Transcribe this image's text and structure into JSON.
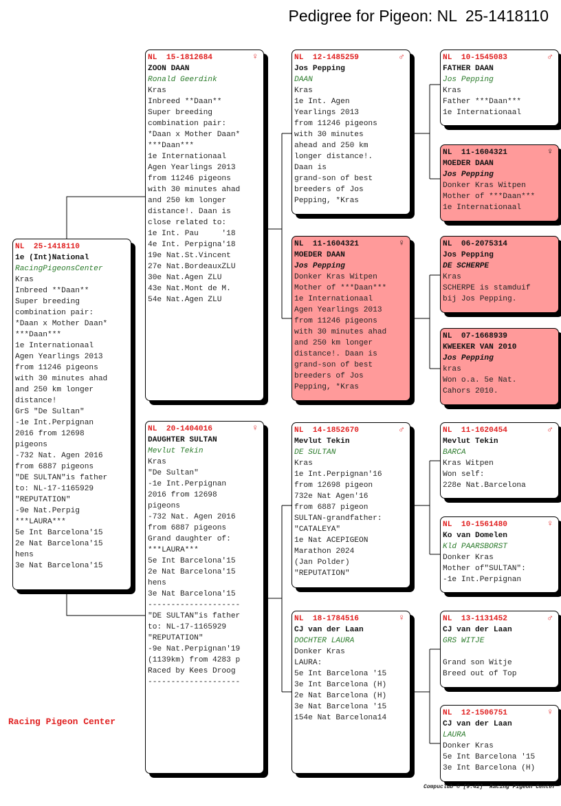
{
  "title": "Pedigree for Pigeon: NL  25-1418110",
  "brand": "Racing Pigeon Center",
  "footer": "Compuclub © [9.42]  Racing Pigeon Center",
  "colors": {
    "ring": "#e02020",
    "owner": "#2a7a2a",
    "highlight": "#ff9a9a"
  },
  "boxes": [
    {
      "id": "subject",
      "red": false,
      "ring": "NL  25-1418110",
      "sex": "",
      "l1": "1e (Int)National",
      "l2": "RacingPigeonsCenter",
      "lines": [
        "Kras",
        "Inbreed **Daan**",
        "Super breeding",
        "combination pair:",
        "*Daan x Mother Daan*",
        "***Daan***",
        "1e Internationaal",
        "Agen Yearlings 2013",
        "from 11246 pigeons",
        "with 30 minutes ahad",
        "and 250 km longer",
        "distance!",
        "GrS \"De Sultan\"",
        "-1e Int.Perpignan",
        "2016 from 12698",
        "pigeons",
        "-732 Nat. Agen 2016",
        "from 6887 pigeons",
        "\"DE SULTAN\"is father",
        "to: NL-17-1165929",
        "\"REPUTATION\"",
        "-9e Nat.Perpig",
        "***LAURA***",
        "5e Int Barcelona'15",
        "2e Nat Barcelona'15",
        "hens",
        "3e Nat Barcelona'15"
      ]
    },
    {
      "id": "father",
      "red": false,
      "ring": "NL  15-1812684",
      "sex": "♀",
      "l1": "ZOON DAAN",
      "l2": "Ronald Geerdink",
      "lines": [
        "Kras",
        "Inbreed **Daan**",
        "Super breeding",
        "combination pair:",
        "*Daan x Mother Daan*",
        "***Daan***",
        "1e Internationaal",
        "Agen Yearlings 2013",
        "from 11246 pigeons",
        "with 30 minutes ahad",
        "and 250 km longer",
        "distance!. Daan is",
        "close related to:",
        "1e Int. Pau     '18",
        "4e Int. Perpigna'18",
        "19e Nat.St.Vincent",
        "27e Nat.BordeauxZLU",
        "30e Nat.Agen ZLU",
        "43e Nat.Mont de M.",
        "54e Nat.Agen ZLU"
      ]
    },
    {
      "id": "mother",
      "red": false,
      "ring": "NL  20-1404016",
      "sex": "♀",
      "l1": "DAUGHTER SULTAN",
      "l2": "Mevlut Tekin",
      "lines": [
        "Kras",
        "\"De Sultan\"",
        "-1e Int.Perpignan",
        "2016 from 12698",
        "pigeons",
        "-732 Nat. Agen 2016",
        "from 6887 pigeons",
        "Grand daughter of:",
        "***LAURA***",
        "5e Int Barcelona'15",
        "2e Nat Barcelona'15",
        "hens",
        "3e Nat Barcelona'15",
        "--------------------",
        "\"DE SULTAN\"is father",
        "to: NL-17-1165929",
        "\"REPUTATION\"",
        "-9e Nat.Perpignan'19",
        "(1139km) from 4283 p",
        "Raced by Kees Droog",
        "--------------------"
      ]
    },
    {
      "id": "ff",
      "red": false,
      "ring": "NL  12-1485259",
      "sex": "♂",
      "l1": "Jos Pepping",
      "l2": "DAAN",
      "lines": [
        "Kras",
        "1e Int. Agen",
        "Yearlings 2013",
        "from 11246 pigeons",
        "with 30 minutes",
        "ahead and 250 km",
        "longer distance!.",
        "Daan is",
        "grand-son of best",
        "breeders of Jos",
        "Pepping, *Kras"
      ]
    },
    {
      "id": "fm",
      "red": true,
      "ring": "NL  11-1604321",
      "sex": "♀",
      "l1": "MOEDER DAAN",
      "l2": "Jos Pepping",
      "lines": [
        "Donker Kras Witpen",
        "Mother of ***Daan***",
        "1e Internationaal",
        "Agen Yearlings 2013",
        "from 11246 pigeons",
        "with 30 minutes ahad",
        "and 250 km longer",
        "distance!. Daan is",
        "grand-son of best",
        "breeders of Jos",
        "Pepping, *Kras"
      ]
    },
    {
      "id": "mf",
      "red": false,
      "ring": "NL  14-1852670",
      "sex": "♂",
      "l1": "Mevlut Tekin",
      "l2": "DE SULTAN",
      "lines": [
        "Kras",
        "1e Int.Perpignan'16",
        "from 12698 pigeon",
        "732e Nat Agen'16",
        "from 6887 pigeon",
        "SULTAN-grandfather:",
        "\"CATALEYA\"",
        "1e Nat ACEPIGEON",
        "Marathon 2024",
        "(Jan Polder)",
        "\"REPUTATION\""
      ]
    },
    {
      "id": "mm",
      "red": false,
      "ring": "NL  18-1784516",
      "sex": "♀",
      "l1": "CJ van der Laan",
      "l2": "DOCHTER LAURA",
      "lines": [
        "Donker Kras",
        "LAURA:",
        "5e Int Barcelona '15",
        "3e Int Barcelona (H)",
        "2e Nat Barcelona (H)",
        "3e Nat Barcelona '15",
        "154e Nat Barcelona14"
      ]
    },
    {
      "id": "fff",
      "red": false,
      "ring": "NL  10-1545083",
      "sex": "♂",
      "l1": "FATHER DAAN",
      "l2": "Jos Pepping",
      "lines": [
        "Kras",
        "Father ***Daan***",
        "1e Internationaal"
      ]
    },
    {
      "id": "ffm",
      "red": true,
      "ring": "NL  11-1604321",
      "sex": "♀",
      "l1": "MOEDER DAAN",
      "l2": "Jos Pepping",
      "lines": [
        "Donker Kras Witpen",
        "Mother of ***Daan***",
        "1e Internationaal"
      ]
    },
    {
      "id": "fmf",
      "red": true,
      "ring": "NL  06-2075314",
      "sex": "",
      "l1": "Jos Pepping",
      "l2": "DE SCHERPE",
      "lines": [
        "Kras",
        "SCHERPE is stamduif",
        "bij Jos Pepping."
      ]
    },
    {
      "id": "fmm",
      "red": true,
      "ring": "NL  07-1668939",
      "sex": "",
      "l1": "KWEEKER VAN 2010",
      "l2": "Jos Pepping",
      "lines": [
        "kras",
        "Won o.a. 5e Nat.",
        "Cahors 2010."
      ]
    },
    {
      "id": "mff",
      "red": false,
      "ring": "NL  11-1620454",
      "sex": "♂",
      "l1": "Mevlut Tekin",
      "l2": "BARCA",
      "lines": [
        "Kras Witpen",
        "Won self:",
        "228e Nat.Barcelona"
      ]
    },
    {
      "id": "mfm",
      "red": false,
      "ring": "NL  10-1561480",
      "sex": "♀",
      "l1": "Ko van Domelen",
      "l2": "Kld PAARSBORST",
      "lines": [
        "Donker Kras",
        "Mother of\"SULTAN\":",
        "-1e Int.Perpignan"
      ]
    },
    {
      "id": "mmf",
      "red": false,
      "ring": "NL  13-1131452",
      "sex": "♂",
      "l1": "CJ van der Laan",
      "l2": "GRS WITJE",
      "lines": [
        "",
        "Grand son Witje",
        "Breed out of Top"
      ]
    },
    {
      "id": "mmm",
      "red": false,
      "ring": "NL  12-1506751",
      "sex": "♀",
      "l1": "CJ van der Laan",
      "l2": "LAURA",
      "lines": [
        "Donker Kras",
        "5e Int Barcelona '15",
        "3e Int Barcelona (H)"
      ]
    }
  ]
}
